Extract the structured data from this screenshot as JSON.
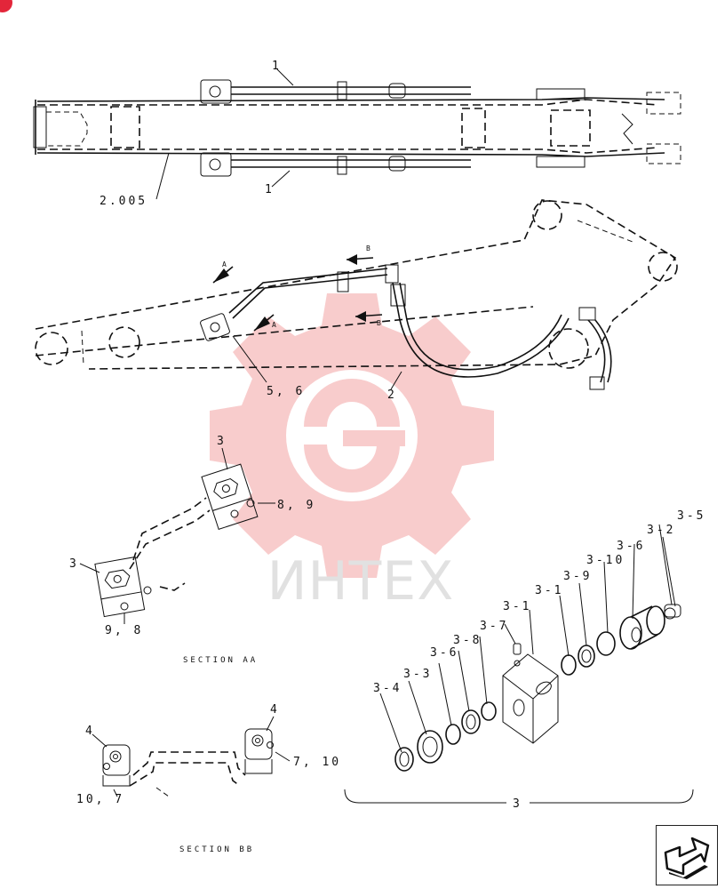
{
  "watermark": {
    "text": "ИНТЕХ",
    "color": "#f19a9a"
  },
  "callouts": {
    "top_upper": "1",
    "top_lower": "1",
    "top_ref": "2.005",
    "mid_section_a_upper": "A",
    "mid_section_a_lower": "A",
    "mid_section_b_upper": "B",
    "mid_section_b_lower": "B",
    "mid_fittings": "5, 6",
    "mid_hose": "2"
  },
  "section_aa": {
    "title": "SECTION AA",
    "clamp_upper": "3",
    "clamp_upper_bolts": "8, 9",
    "clamp_lower": "3",
    "clamp_lower_bolts": "9, 8"
  },
  "section_bb": {
    "title": "SECTION BB",
    "clamp_left": "4",
    "clamp_left_bolts": "10, 7",
    "clamp_right": "4",
    "clamp_right_bolts": "7, 10"
  },
  "exploded": {
    "assembly": "3",
    "parts": [
      "3-5",
      "3-2",
      "3-6",
      "3-10",
      "3-9",
      "3-1",
      "3-1",
      "3-7",
      "3-8",
      "3-6",
      "3-3",
      "3-4"
    ]
  },
  "icons": {
    "nav": "next-page-arrow-icon",
    "badge": "brand-badge-icon"
  }
}
